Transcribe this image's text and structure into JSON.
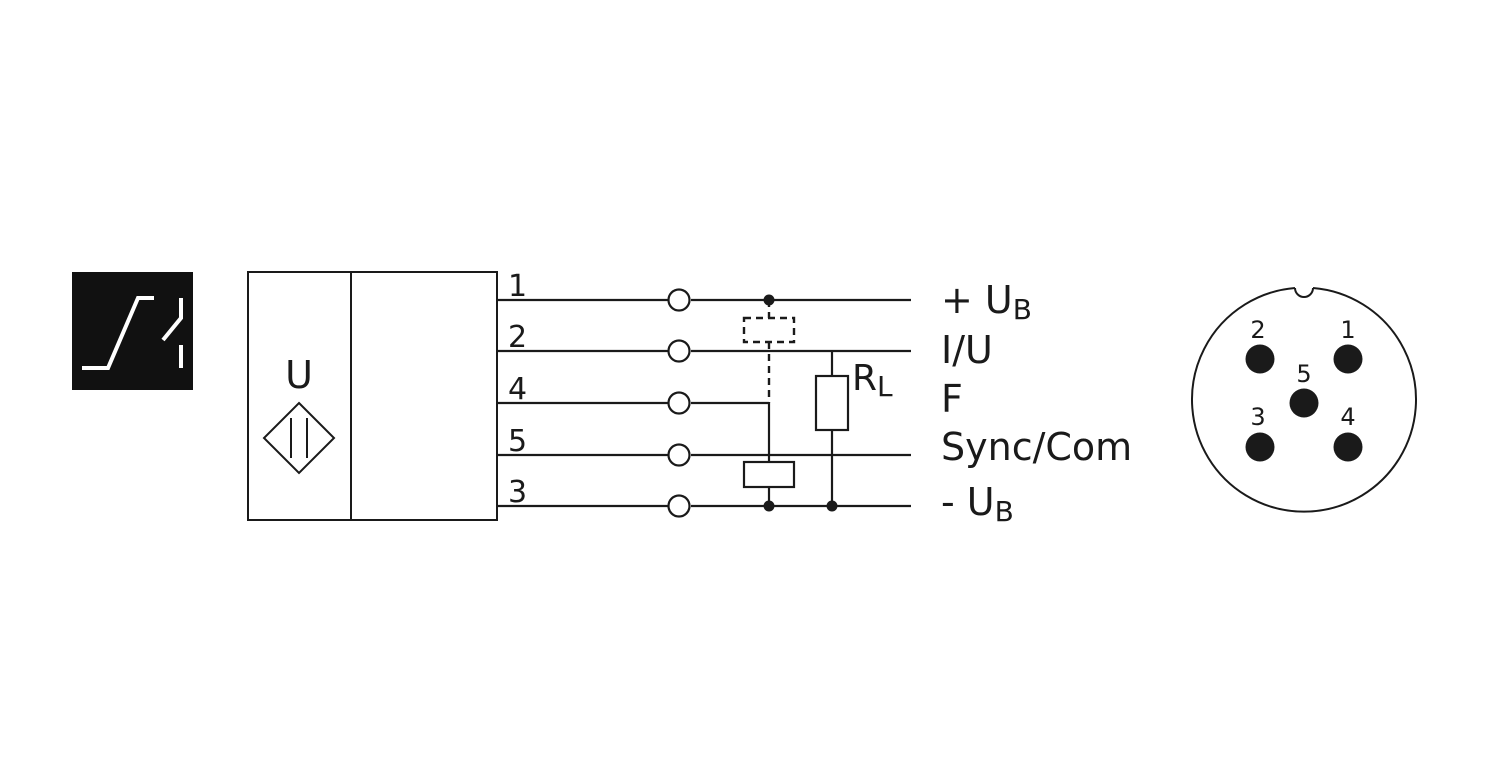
{
  "colors": {
    "ink": "#1a1a1a",
    "icon_bg": "#111111",
    "icon_fg": "#ffffff"
  },
  "icon": {
    "name": "switching-output-icon"
  },
  "sensor": {
    "label": "U",
    "symbol": "ultrasonic-transducer-icon"
  },
  "terminals": [
    {
      "number": "1",
      "signal_main": "+ U",
      "signal_sub": "B"
    },
    {
      "number": "2",
      "signal_main": "I/U",
      "signal_sub": ""
    },
    {
      "number": "4",
      "signal_main": "F",
      "signal_sub": ""
    },
    {
      "number": "5",
      "signal_main": "Sync/Com",
      "signal_sub": ""
    },
    {
      "number": "3",
      "signal_main": "- U",
      "signal_sub": "B"
    }
  ],
  "load_resistor": {
    "main": "R",
    "sub": "L"
  },
  "connector": {
    "pins": [
      {
        "label": "2"
      },
      {
        "label": "1"
      },
      {
        "label": "5"
      },
      {
        "label": "3"
      },
      {
        "label": "4"
      }
    ]
  }
}
